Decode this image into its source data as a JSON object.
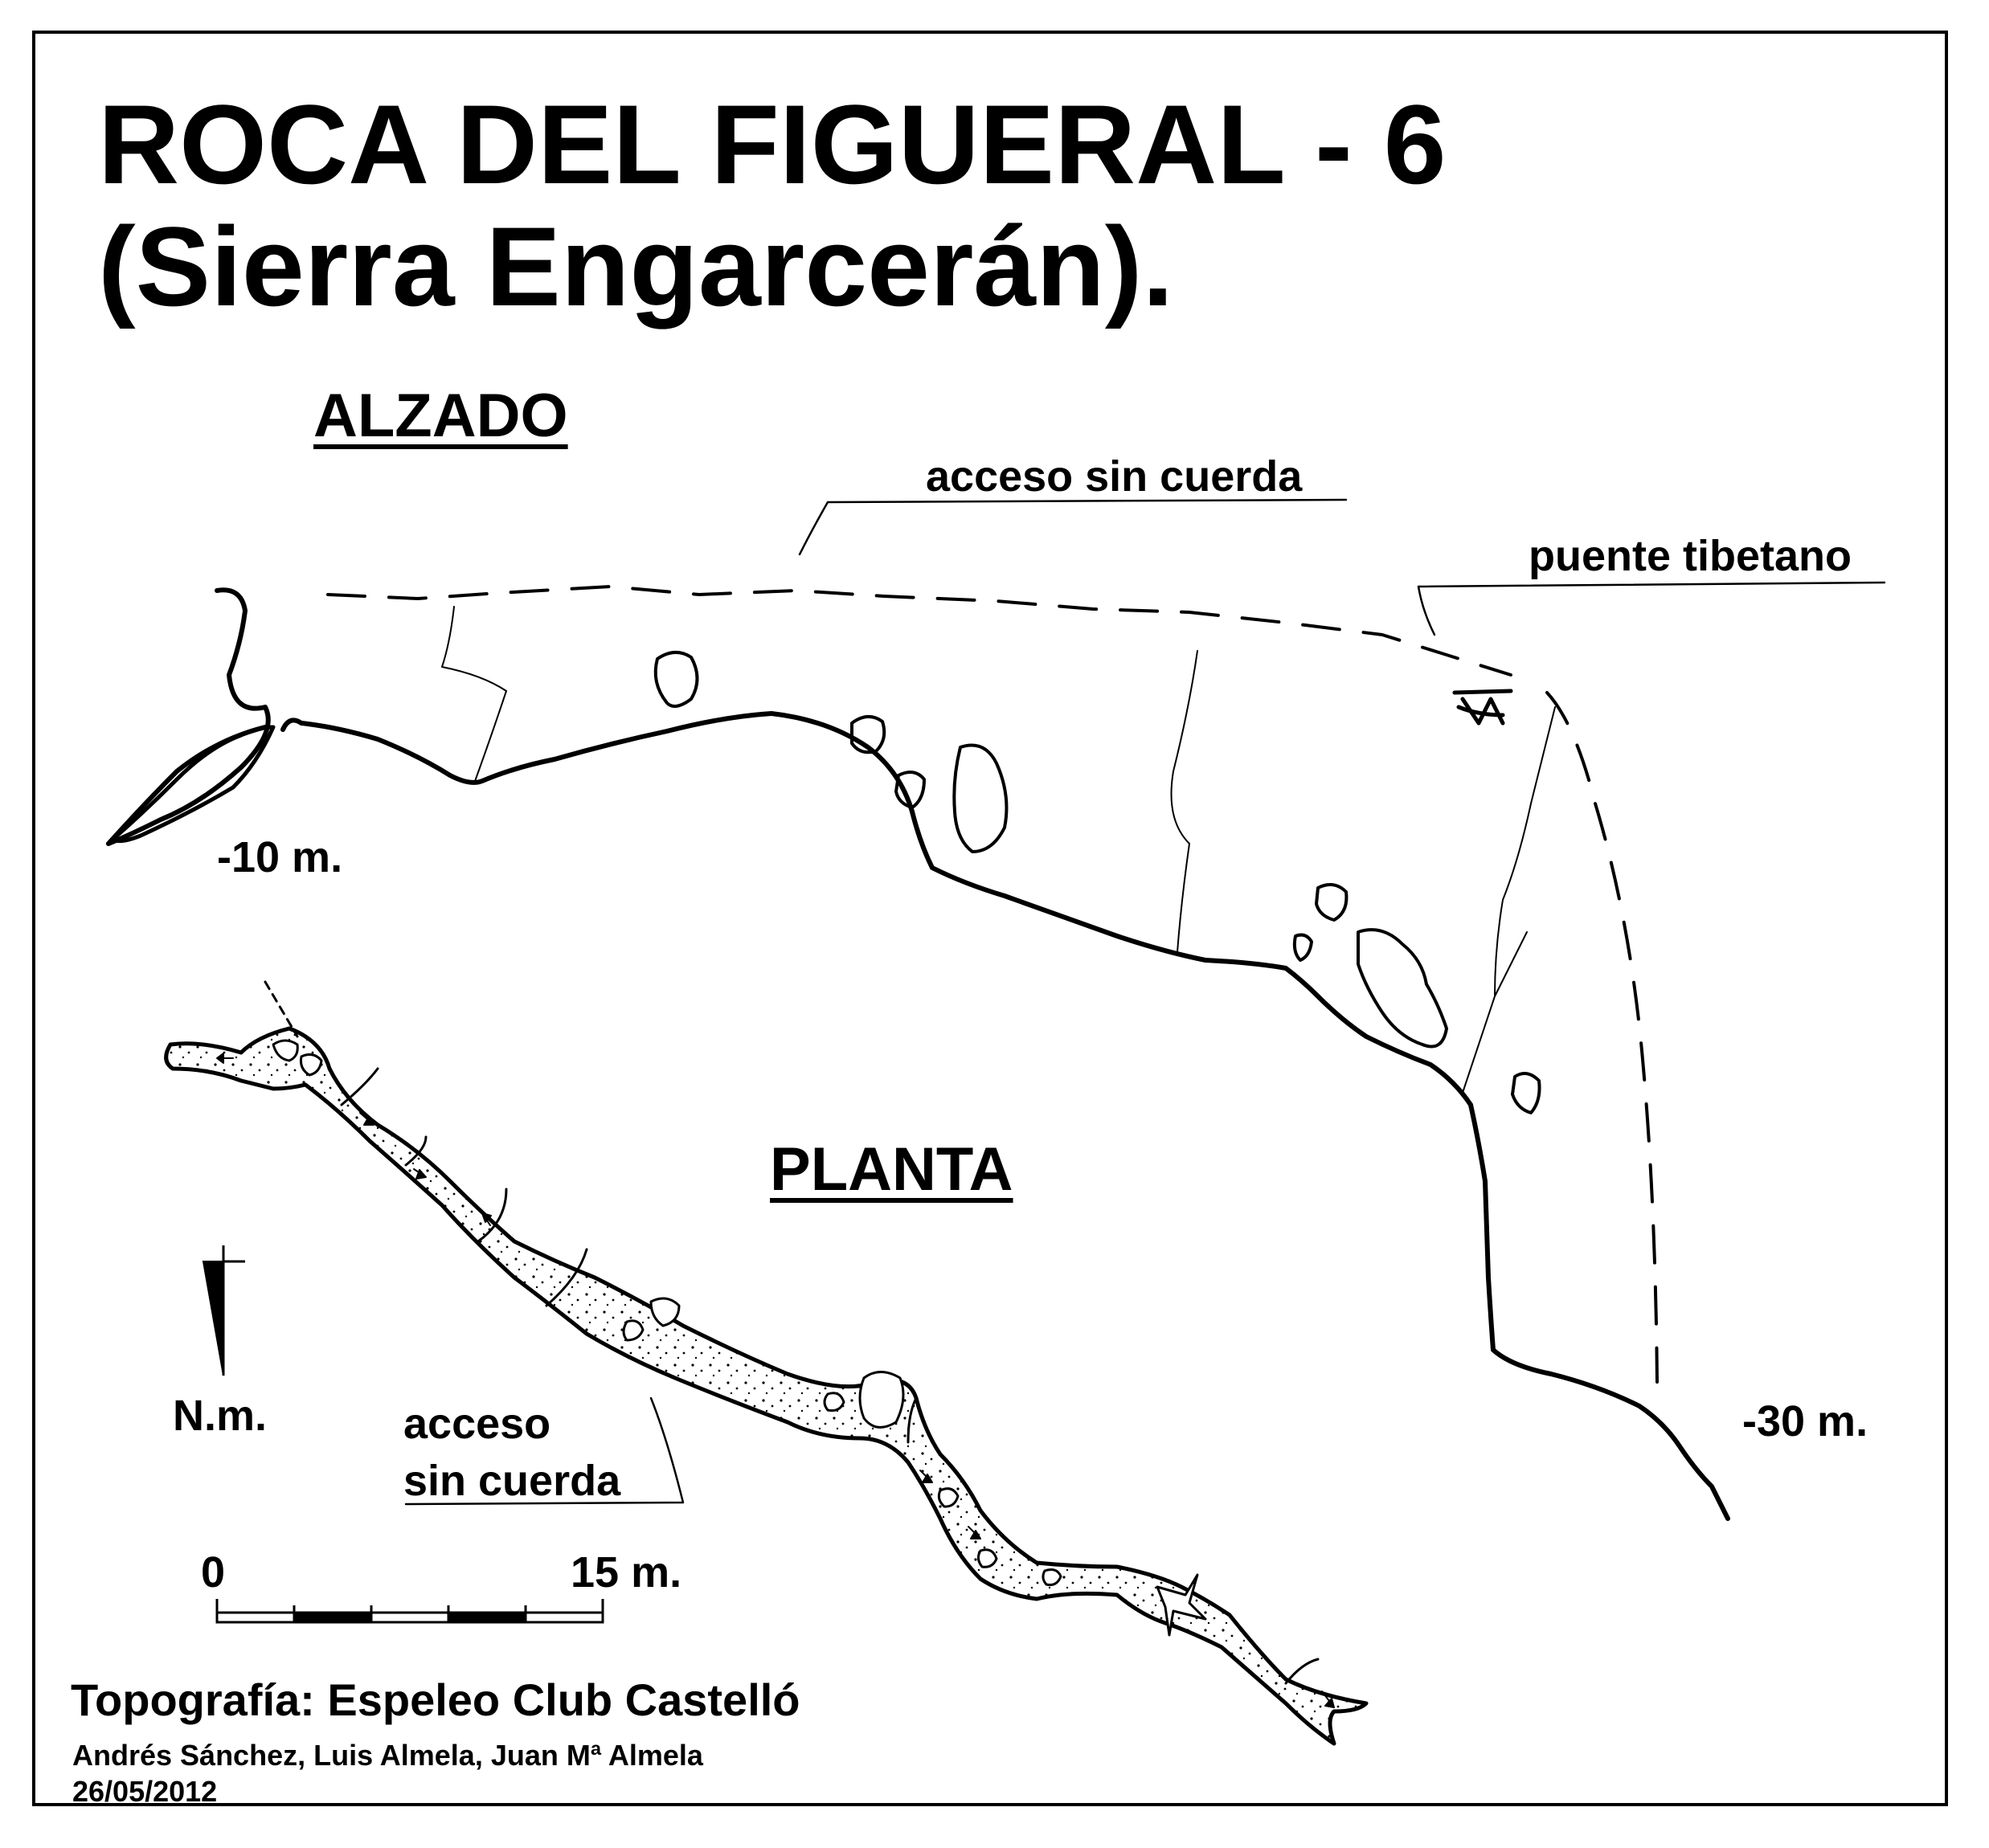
{
  "title": {
    "line1": "ROCA  DEL  FIGUERAL - 6",
    "line2": "(Sierra  Engarcerán)."
  },
  "sections": {
    "elevation": "ALZADO",
    "plan": "PLANTA"
  },
  "elevation_labels": {
    "access_no_rope": "acceso sin cuerda",
    "tibetan_bridge": "puente tibetano",
    "depth_top": "-10 m.",
    "depth_bottom": "-30 m."
  },
  "plan_labels": {
    "access_line1": "acceso",
    "access_line2": "sin cuerda"
  },
  "north": {
    "label": "N.m."
  },
  "scale_bar": {
    "start": "0",
    "end": "15 m."
  },
  "credits": {
    "survey": "Topografía:  Espeleo Club Castelló",
    "authors": "Andrés Sánchez, Luis Almela, Juan Mª Almela",
    "date": "26/05/2012"
  }
}
